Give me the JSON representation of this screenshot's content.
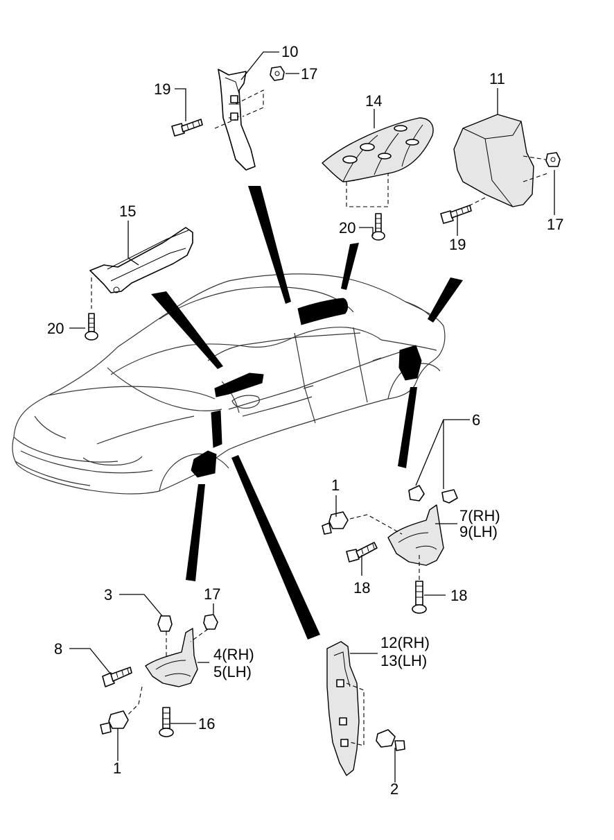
{
  "diagram": {
    "callouts": [
      {
        "id": "c10",
        "text": "10"
      },
      {
        "id": "c17a",
        "text": "17"
      },
      {
        "id": "c19a",
        "text": "19"
      },
      {
        "id": "c14",
        "text": "14"
      },
      {
        "id": "c11",
        "text": "11"
      },
      {
        "id": "c17b",
        "text": "17"
      },
      {
        "id": "c19b",
        "text": "19"
      },
      {
        "id": "c20a",
        "text": "20"
      },
      {
        "id": "c15",
        "text": "15"
      },
      {
        "id": "c20b",
        "text": "20"
      },
      {
        "id": "c6",
        "text": "6"
      },
      {
        "id": "c1a",
        "text": "1"
      },
      {
        "id": "c7",
        "text": "7(RH)"
      },
      {
        "id": "c9",
        "text": "9(LH)"
      },
      {
        "id": "c18a",
        "text": "18"
      },
      {
        "id": "c18b",
        "text": "18"
      },
      {
        "id": "c3",
        "text": "3"
      },
      {
        "id": "c17c",
        "text": "17"
      },
      {
        "id": "c8",
        "text": "8"
      },
      {
        "id": "c4",
        "text": "4(RH)"
      },
      {
        "id": "c5",
        "text": "5(LH)"
      },
      {
        "id": "c16",
        "text": "16"
      },
      {
        "id": "c1b",
        "text": "1"
      },
      {
        "id": "c12",
        "text": "12(RH)"
      },
      {
        "id": "c13",
        "text": "13(LH)"
      },
      {
        "id": "c2",
        "text": "2"
      }
    ]
  }
}
